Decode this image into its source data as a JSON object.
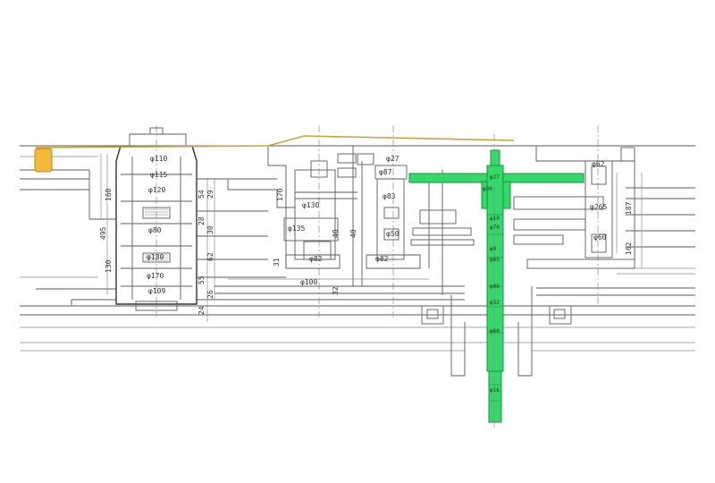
{
  "colors": {
    "paper": "#ffffff",
    "line": "#5a5a5a",
    "highlight_green": "#35d96a",
    "highlight_yellow": "#f2b93b",
    "yellow_line": "#c9a23a"
  },
  "dimensions": {
    "left_column": [
      "φ110",
      "φ115",
      "φ120",
      "φ80",
      "φ130",
      "φ170",
      "φ109"
    ],
    "left_vertical": [
      "160",
      "495",
      "130"
    ],
    "left_stack": [
      "54",
      "29",
      "28",
      "30",
      "62",
      "55",
      "26",
      "24"
    ],
    "middle": [
      "φ135",
      "φ130",
      "φ100",
      "φ82",
      "φ82",
      "170",
      "40",
      "40",
      "31",
      "32"
    ],
    "right_middle": [
      "φ27",
      "φ87",
      "φ83",
      "φ50"
    ],
    "shaft": [
      "φ10",
      "φ70",
      "φ9",
      "φ65",
      "φ06",
      "φ32",
      "φ60"
    ],
    "right": [
      "φ62",
      "φ265",
      "φ60",
      "187",
      "162"
    ]
  },
  "shaft_labels": [
    "φ27",
    "φ30",
    "φ16"
  ]
}
